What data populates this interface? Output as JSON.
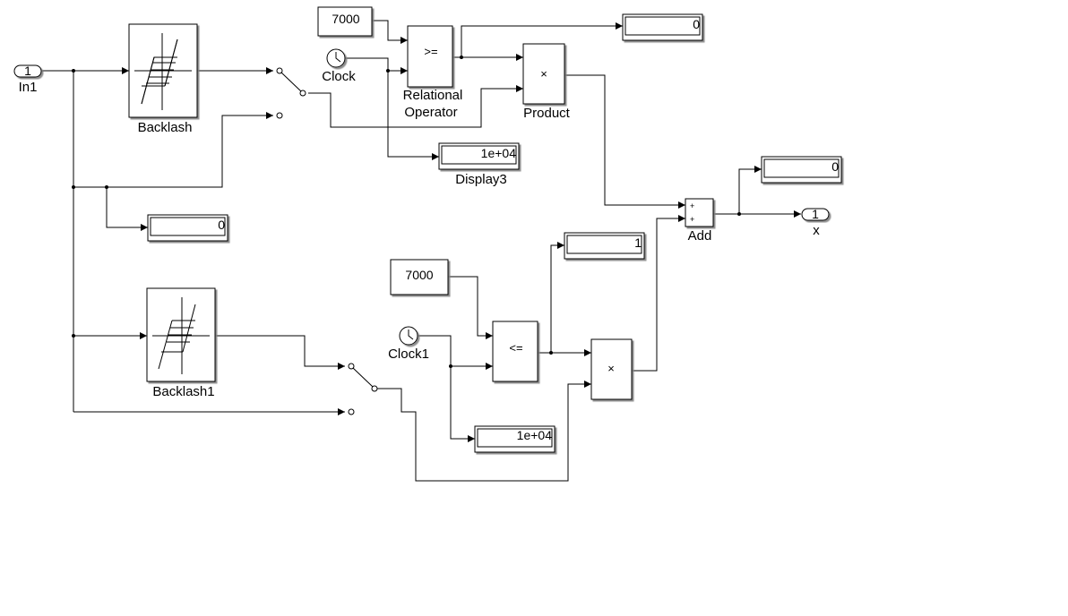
{
  "blocks": {
    "inport": {
      "number": "1",
      "label": "In1"
    },
    "outport": {
      "number": "1",
      "label": "x"
    },
    "backlash": {
      "label": "Backlash"
    },
    "backlash1": {
      "label": "Backlash1"
    },
    "const_top": {
      "value": "7000"
    },
    "const_bottom": {
      "value": "7000"
    },
    "clock": {
      "label": "Clock"
    },
    "clock1": {
      "label": "Clock1"
    },
    "relop_top": {
      "operator": ">=",
      "label": "Relational Operator"
    },
    "relop_bottom": {
      "operator": "<="
    },
    "product": {
      "symbol": "×",
      "label": "Product"
    },
    "product_bottom": {
      "symbol": "×"
    },
    "add": {
      "label": "Add",
      "signs": [
        "+",
        "+"
      ]
    },
    "display_relop": {
      "value": "0"
    },
    "display3": {
      "value": "1e+04",
      "label": "Display3"
    },
    "display_add": {
      "value": "0"
    },
    "display_input": {
      "value": "0"
    },
    "display_relop2": {
      "value": "1"
    },
    "display_clock1": {
      "value": "1e+04"
    }
  },
  "colors": {
    "line": "#000000",
    "shadow": "#808080",
    "background": "#ffffff"
  }
}
